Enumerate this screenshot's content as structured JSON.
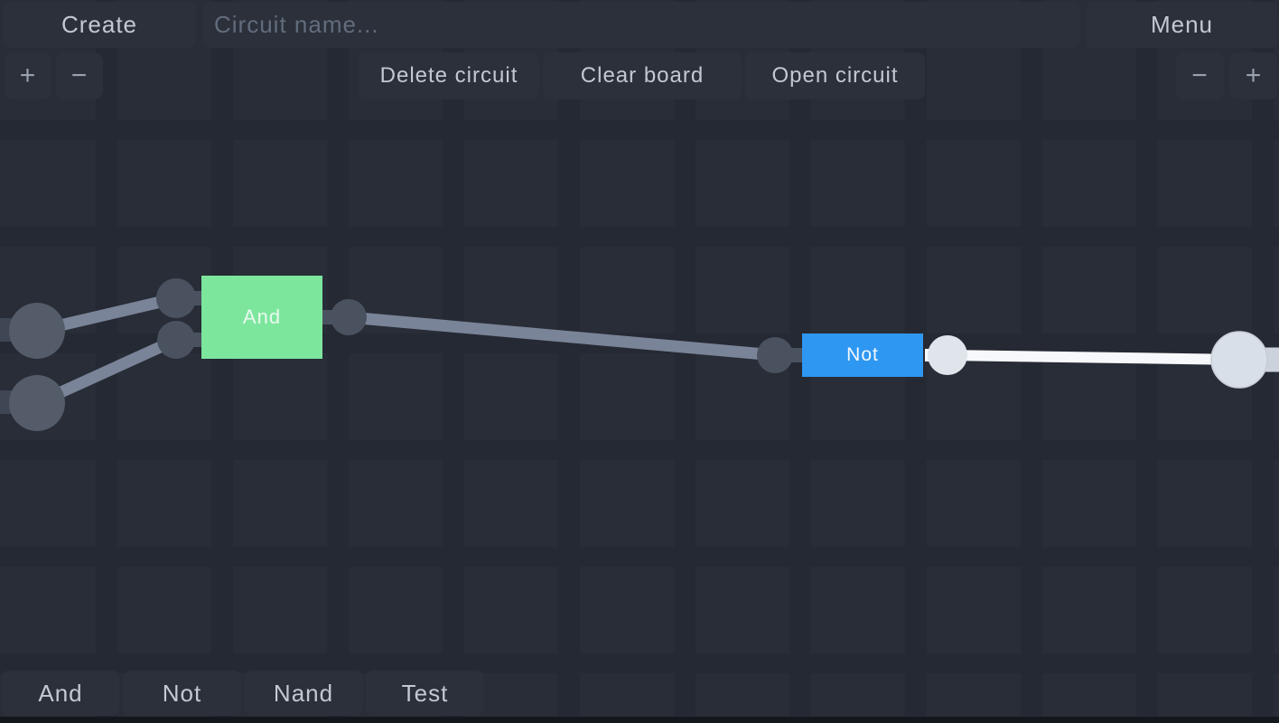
{
  "header": {
    "create": "Create",
    "circuit_name_placeholder": "Circuit name...",
    "menu": "Menu",
    "delete_circuit": "Delete circuit",
    "clear_board": "Clear board",
    "open_circuit": "Open circuit",
    "zoom_in": "+",
    "zoom_out": "−"
  },
  "palette": {
    "items": [
      {
        "label": "And"
      },
      {
        "label": "Not"
      },
      {
        "label": "Nand"
      },
      {
        "label": "Test"
      }
    ]
  },
  "circuit": {
    "gates": [
      {
        "type": "and",
        "label": "And",
        "state": "off"
      },
      {
        "type": "not",
        "label": "Not",
        "state": "on"
      }
    ],
    "input_switches": [
      {
        "state": "off"
      },
      {
        "state": "off"
      }
    ],
    "output_node": {
      "state": "on"
    }
  },
  "colors": {
    "canvas_bg": "#282d37",
    "grid_line": "#252933",
    "button_bg": "#2b303b",
    "button_text": "#c3c9d3",
    "placeholder_text": "#626c7c",
    "and_gate": "#7de69d",
    "not_gate": "#2e97f2",
    "switch_off": "#545c6a",
    "node_off": "#4a5260",
    "node_on": "#e0e5ec",
    "node_on_big": "#d9dfe8",
    "wire_off": "#7a8498",
    "wire_on": "#f6f8fb",
    "pin_off": "#3f4654",
    "pin_on": "#ccd2db",
    "bottom_edge": "#14171d"
  }
}
